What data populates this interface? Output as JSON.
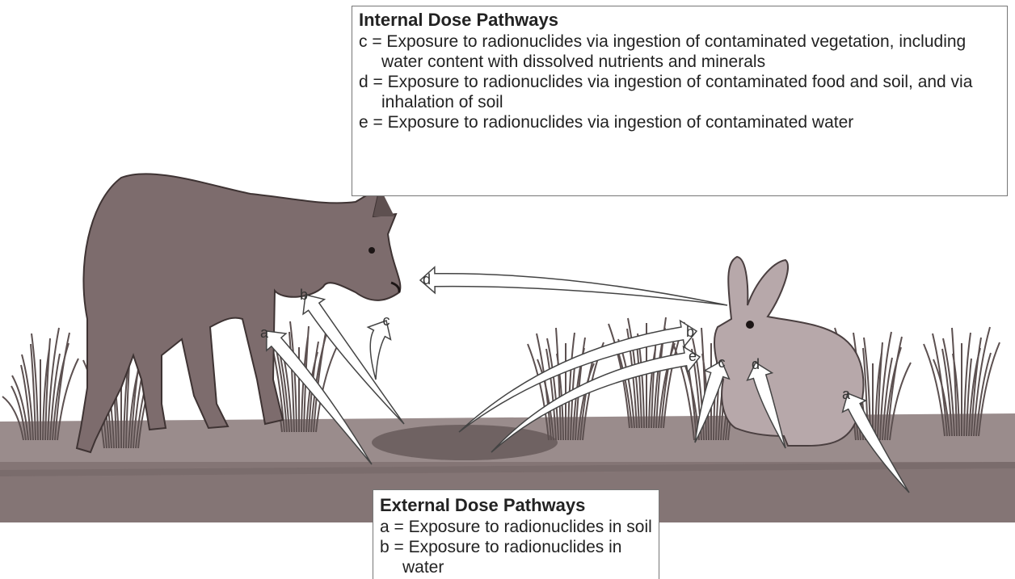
{
  "internal": {
    "title": "Internal Dose Pathways",
    "items": [
      "c = Exposure to radionuclides via ingestion of contaminated vegetation, including water content with dissolved nutrients and minerals",
      "d = Exposure to radionuclides via ingestion of contaminated food and soil, and via inhalation of soil",
      "e = Exposure to radionuclides via ingestion of contaminated water"
    ]
  },
  "external": {
    "title": "External Dose Pathways",
    "items": [
      "a = Exposure to radionuclides in soil",
      "b = Exposure to radionuclides in water"
    ]
  },
  "arrows": {
    "wolf_a": "a",
    "wolf_b": "b",
    "wolf_c": "c",
    "rabbit_to_wolf_d": "d",
    "rabbit_b": "b",
    "rabbit_e": "e",
    "rabbit_c": "c",
    "rabbit_d": "d",
    "rabbit_a": "a"
  },
  "colors": {
    "ground": "#8a7b7b",
    "wolf": "#7d6c6d",
    "rabbit": "#b7a8aa",
    "puddle": "#6f6262",
    "grass": "#5c5050"
  }
}
